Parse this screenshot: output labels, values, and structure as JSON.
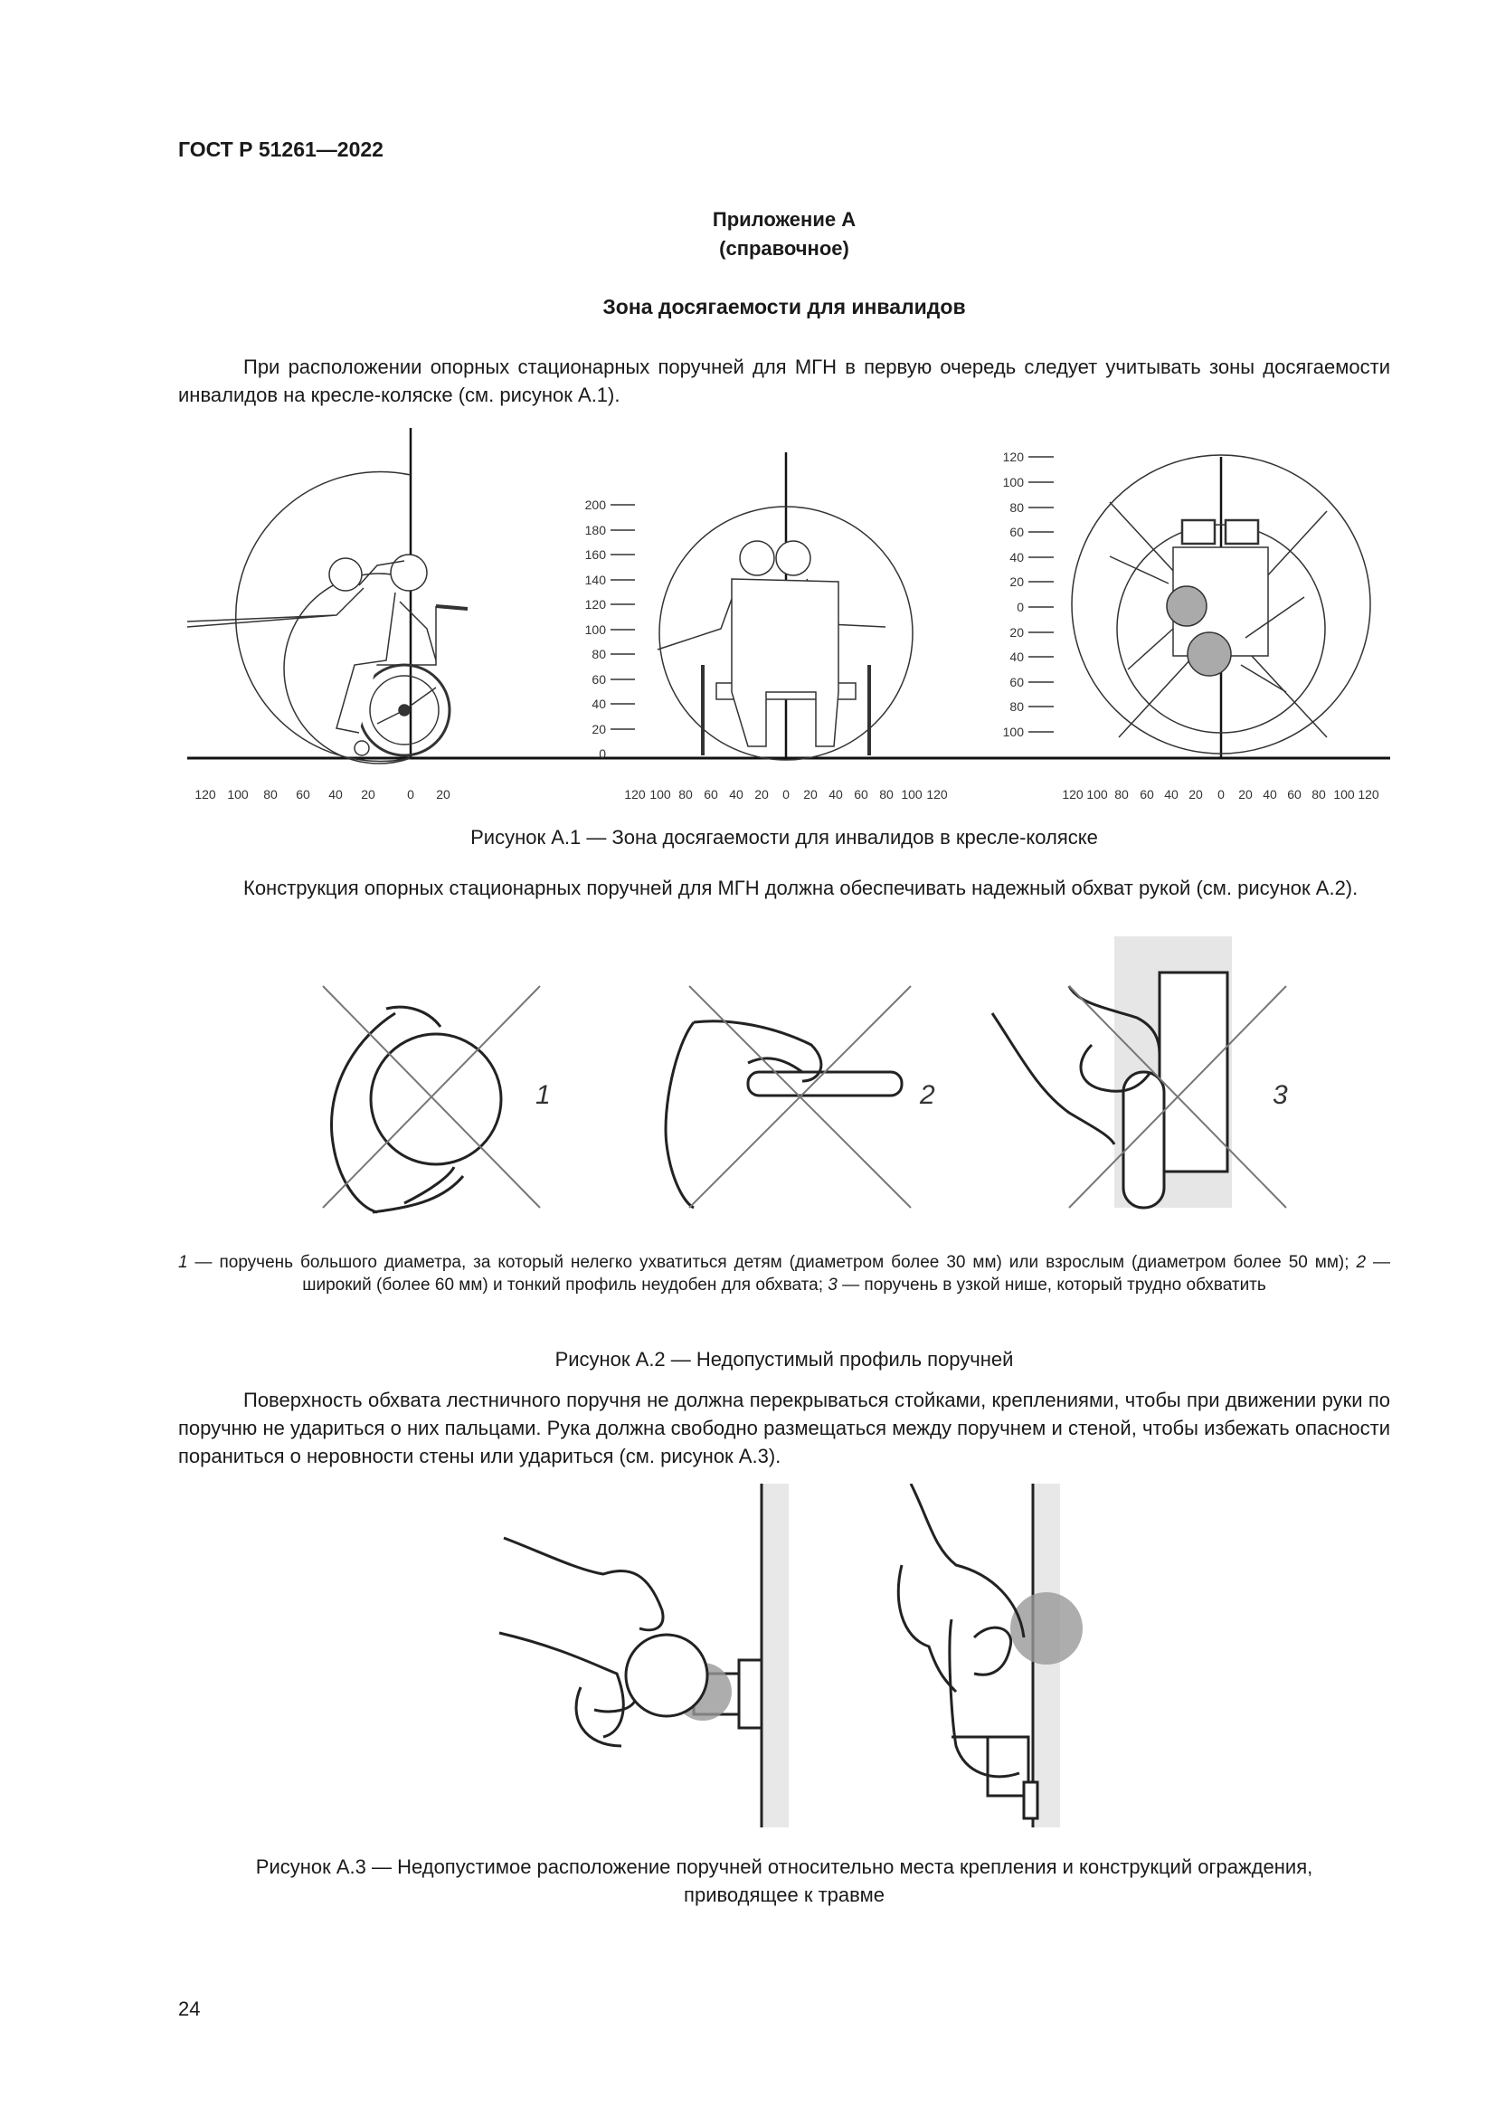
{
  "header": {
    "doc_code": "ГОСТ Р 51261—2022"
  },
  "appendix": {
    "label": "Приложение А",
    "kind": "(справочное)"
  },
  "section_title": "Зона досягаемости для инвалидов",
  "paragraphs": {
    "p1": "При расположении опорных стационарных поручней для МГН в первую очередь следует учитывать зоны досягаемости инвалидов на кресле-коляске (см. рисунок А.1).",
    "p2": "Конструкция опорных стационарных поручней для МГН должна обеспечивать надежный обхват рукой (см. рисунок А.2).",
    "p3": "Поверхность обхвата лестничного поручня не должна перекрываться стойками, креплениями, чтобы при движении руки по поручню не удариться о них пальцами. Рука должна свободно размещаться между поручнем и стеной, чтобы избежать опасности пораниться о неровности стены или удариться (см. рисунок А.3)."
  },
  "figure_a1": {
    "caption": "Рисунок А.1 — Зона досягаемости для инвалидов в кресле-коляске",
    "side_x_ticks": [
      "120",
      "100",
      "80",
      "60",
      "40",
      "20",
      "0",
      "20"
    ],
    "front_y_ticks": [
      "200",
      "180",
      "160",
      "140",
      "120",
      "100",
      "80",
      "60",
      "40",
      "20",
      "0"
    ],
    "front_x_ticks": [
      "120",
      "100",
      "80",
      "60",
      "40",
      "20",
      "0",
      "20",
      "40",
      "60",
      "80",
      "100",
      "120"
    ],
    "top_y_ticks": [
      "120",
      "100",
      "80",
      "60",
      "40",
      "20",
      "0",
      "20",
      "40",
      "60",
      "80",
      "100"
    ],
    "top_x_ticks": [
      "120",
      "100",
      "80",
      "60",
      "40",
      "20",
      "0",
      "20",
      "40",
      "60",
      "80",
      "100",
      "120"
    ]
  },
  "figure_a2": {
    "labels": [
      "1",
      "2",
      "3"
    ],
    "legend": {
      "n1": "1",
      "t1": " — поручень большого диаметра, за который нелегко ухватиться детям (диаметром более 30 мм) или взрослым (диаметром более 50 мм); ",
      "n2": "2",
      "t2": " — широкий (более 60 мм) и тонкий профиль неудобен для обхвата; ",
      "n3": "3",
      "t3": " — поручень в узкой нише, который трудно обхватить"
    },
    "caption": "Рисунок А.2 — Недопустимый профиль поручней"
  },
  "figure_a3": {
    "caption_line1": "Рисунок А.3 — Недопустимое расположение поручней относительно места крепления и конструкций ограждения,",
    "caption_line2": "приводящее к травме"
  },
  "page_number": "24"
}
